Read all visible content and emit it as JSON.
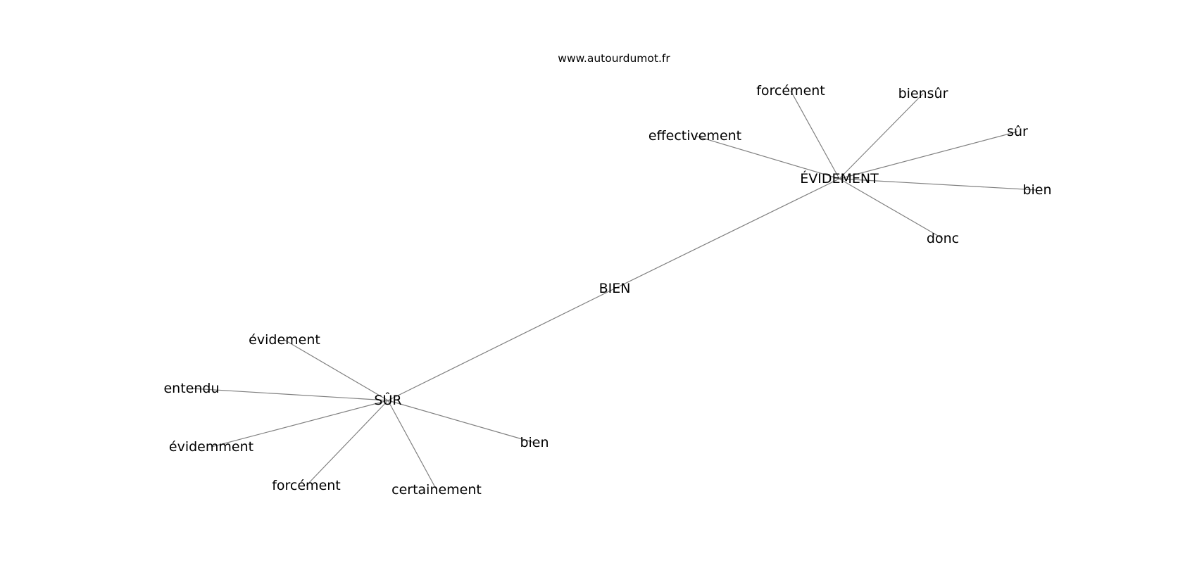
{
  "source": "www.autourdumot.fr",
  "edge_color": "#808080",
  "text_color": "#000000",
  "background": "#ffffff",
  "graph": {
    "nodes": [
      {
        "id": "bien_root",
        "label": "BIEN"
      },
      {
        "id": "evidement",
        "label": "ÉVIDEMENT"
      },
      {
        "id": "sur_hub",
        "label": "SÛR"
      },
      {
        "id": "ev_forcement",
        "label": "forcément"
      },
      {
        "id": "ev_biensur",
        "label": "biensûr"
      },
      {
        "id": "ev_effectivement",
        "label": "effectivement"
      },
      {
        "id": "ev_sur",
        "label": "sûr"
      },
      {
        "id": "ev_bien",
        "label": "bien"
      },
      {
        "id": "ev_donc",
        "label": "donc"
      },
      {
        "id": "sur_evidement",
        "label": "évidement"
      },
      {
        "id": "sur_entendu",
        "label": "entendu"
      },
      {
        "id": "sur_evidemment",
        "label": "évidemment"
      },
      {
        "id": "sur_forcement",
        "label": "forcément"
      },
      {
        "id": "sur_certainement",
        "label": "certainement"
      },
      {
        "id": "sur_bien",
        "label": "bien"
      }
    ],
    "edges": [
      [
        "bien_root",
        "evidement"
      ],
      [
        "bien_root",
        "sur_hub"
      ],
      [
        "evidement",
        "ev_forcement"
      ],
      [
        "evidement",
        "ev_biensur"
      ],
      [
        "evidement",
        "ev_effectivement"
      ],
      [
        "evidement",
        "ev_sur"
      ],
      [
        "evidement",
        "ev_bien"
      ],
      [
        "evidement",
        "ev_donc"
      ],
      [
        "sur_hub",
        "sur_evidement"
      ],
      [
        "sur_hub",
        "sur_entendu"
      ],
      [
        "sur_hub",
        "sur_evidemment"
      ],
      [
        "sur_hub",
        "sur_forcement"
      ],
      [
        "sur_hub",
        "sur_certainement"
      ],
      [
        "sur_hub",
        "sur_bien"
      ]
    ]
  }
}
